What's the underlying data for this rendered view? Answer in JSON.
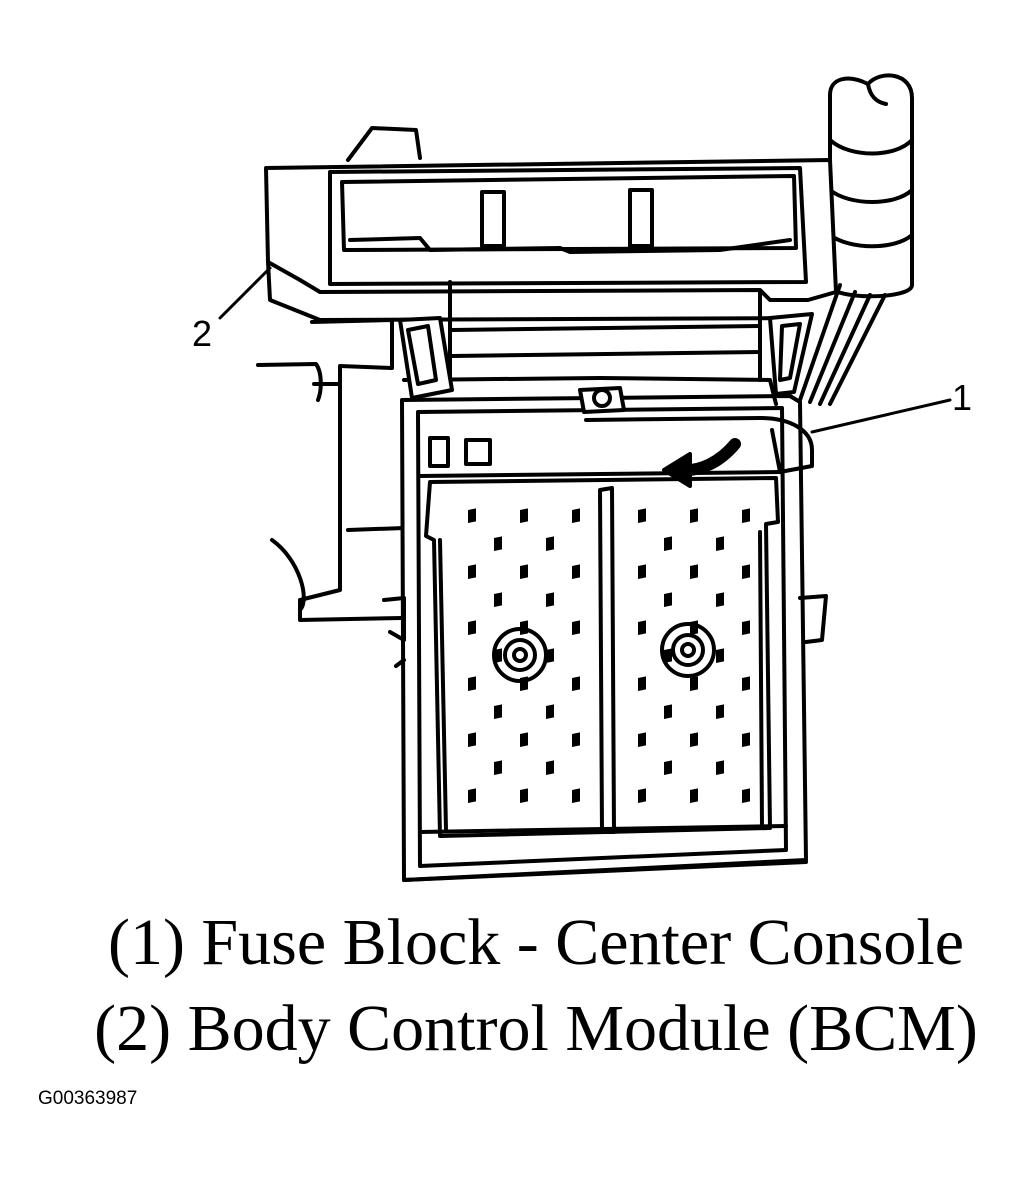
{
  "callouts": {
    "one": "1",
    "two": "2"
  },
  "legend": [
    "(1) Fuse Block - Center Console",
    "(2) Body Control Module (BCM)"
  ],
  "figure_id": "G00363987",
  "colors": {
    "line": "#000000",
    "background": "#ffffff"
  }
}
